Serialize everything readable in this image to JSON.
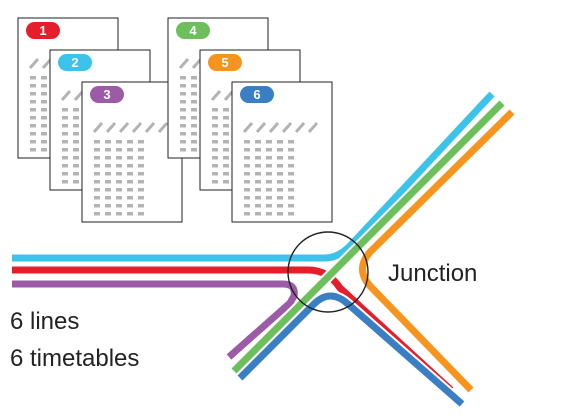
{
  "timetables": [
    {
      "number": "1",
      "color": "#e41e2b"
    },
    {
      "number": "2",
      "color": "#3cc3ea"
    },
    {
      "number": "3",
      "color": "#9b5ba6"
    },
    {
      "number": "4",
      "color": "#6cbf5a"
    },
    {
      "number": "5",
      "color": "#f7941d"
    },
    {
      "number": "6",
      "color": "#3a7fc4"
    }
  ],
  "lines": [
    {
      "name": "blue-light",
      "color": "#3cc3ea"
    },
    {
      "name": "red",
      "color": "#e41e2b"
    },
    {
      "name": "purple",
      "color": "#9b5ba6"
    },
    {
      "name": "green",
      "color": "#6cbf5a"
    },
    {
      "name": "orange",
      "color": "#f7941d"
    },
    {
      "name": "blue-dark",
      "color": "#3a7fc4"
    }
  ],
  "labels": {
    "junction": "Junction",
    "lines_count": "6 lines",
    "timetables_count": "6 timetables"
  }
}
